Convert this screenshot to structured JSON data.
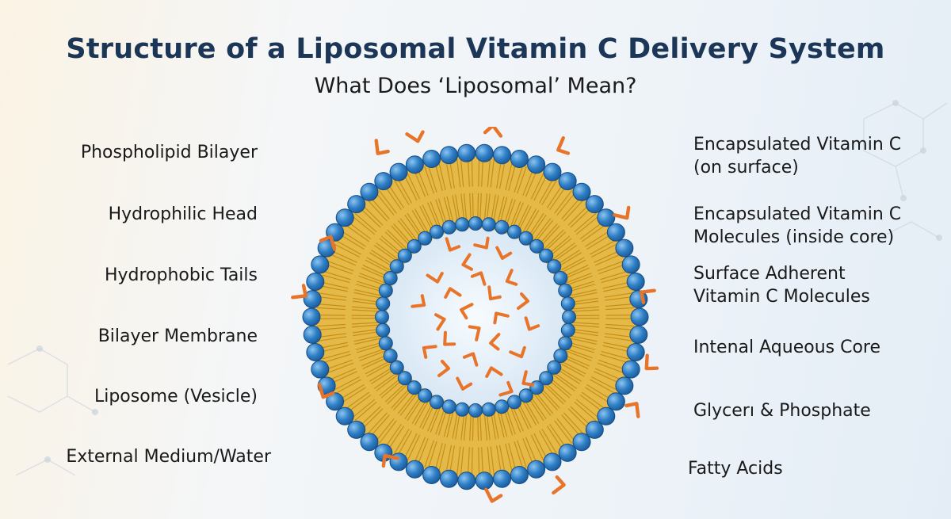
{
  "header": {
    "title": "Structure of a Liposomal Vitamin C Delivery System",
    "subtitle": "What Does ‘Liposomal’ Mean?"
  },
  "left_labels": [
    "Phospholipid Bilayer",
    "Hydrophilic Head",
    "Hydrophobic Tails",
    "Bilayer Membrane",
    "Liposome (Vesicle)",
    "External Medium/Water"
  ],
  "right_labels": [
    {
      "line1": "Encapsulated Vitamin C",
      "line2": "(on surface)"
    },
    {
      "line1": "Encapsulated Vitamin C",
      "line2": "Molecules (inside core)"
    },
    {
      "line1": "Surface Adherent",
      "line2": "Vitamin C Molecules"
    },
    {
      "line1": "Intenal Aqueous Core",
      "line2": ""
    },
    {
      "line1": "Glycerı & Phosphate",
      "line2": ""
    },
    {
      "line1": "Fatty Acids",
      "line2": ""
    }
  ],
  "colors": {
    "title": "#1b3656",
    "head": "#2f7fc6",
    "tail": "#e0b23a",
    "vitamin_c": "#e8742a",
    "core": "#e6f0f8"
  }
}
